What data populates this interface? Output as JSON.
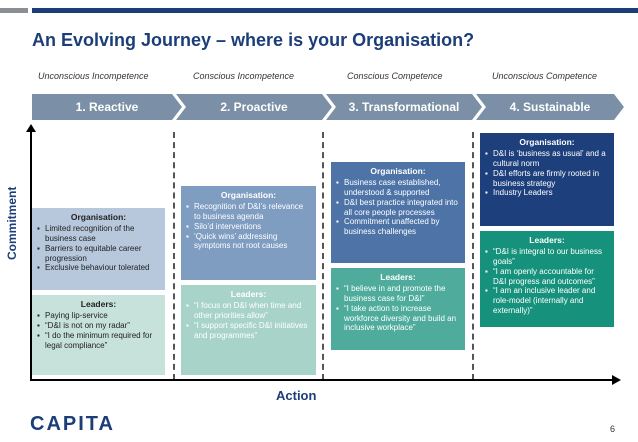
{
  "title": "An Evolving Journey – where is your Organisation?",
  "stage_labels": [
    "Unconscious Incompetence",
    "Conscious Incompetence",
    "Conscious  Competence",
    "Unconscious Competence"
  ],
  "stages": [
    "1. Reactive",
    "2. Proactive",
    "3. Transformational",
    "4. Sustainable"
  ],
  "axes": {
    "y": "Commitment",
    "x": "Action"
  },
  "columns": [
    {
      "org": {
        "heading": "Organisation:",
        "items": [
          "Limited recognition of the business case",
          "Barriers to equitable career progression",
          "Exclusive behaviour tolerated"
        ]
      },
      "leaders": {
        "heading": "Leaders:",
        "items": [
          "Paying lip-service",
          "“D&I is not on my radar”",
          "“I do the minimum required for legal compliance”"
        ]
      }
    },
    {
      "org": {
        "heading": "Organisation:",
        "items": [
          "Recognition of D&I’s relevance to business agenda",
          "Silo’d interventions",
          "‘Quick wins’ addressing symptoms not root causes"
        ]
      },
      "leaders": {
        "heading": "Leaders:",
        "items": [
          "“I focus on D&I when time and other priorities allow”",
          "“I support specific D&I initiatives and programmes”"
        ]
      }
    },
    {
      "org": {
        "heading": "Organisation:",
        "items": [
          "Business case established, understood & supported",
          "D&I best practice integrated into all core people processes",
          "Commitment unaffected by business challenges"
        ]
      },
      "leaders": {
        "heading": "Leaders:",
        "items": [
          "“I believe in and promote the business case for D&I”",
          "“I take action to increase workforce diversity and build an inclusive workplace”"
        ]
      }
    },
    {
      "org": {
        "heading": "Organisation:",
        "items": [
          "D&I is ‘business as usual’ and a cultural norm",
          "D&I efforts are firmly rooted in business strategy",
          "Industry Leaders"
        ]
      },
      "leaders": {
        "heading": "Leaders:",
        "items": [
          "“D&I is integral to our business goals”",
          " “I am openly accountable for D&I progress and outcomes”",
          "“I am an inclusive leader and role-model (internally and externally)”"
        ]
      }
    }
  ],
  "footer": {
    "logo": "CAPITA",
    "page": "6"
  },
  "colors": {
    "brand": "#1c3e78",
    "chevron": "#7b8fa6"
  }
}
